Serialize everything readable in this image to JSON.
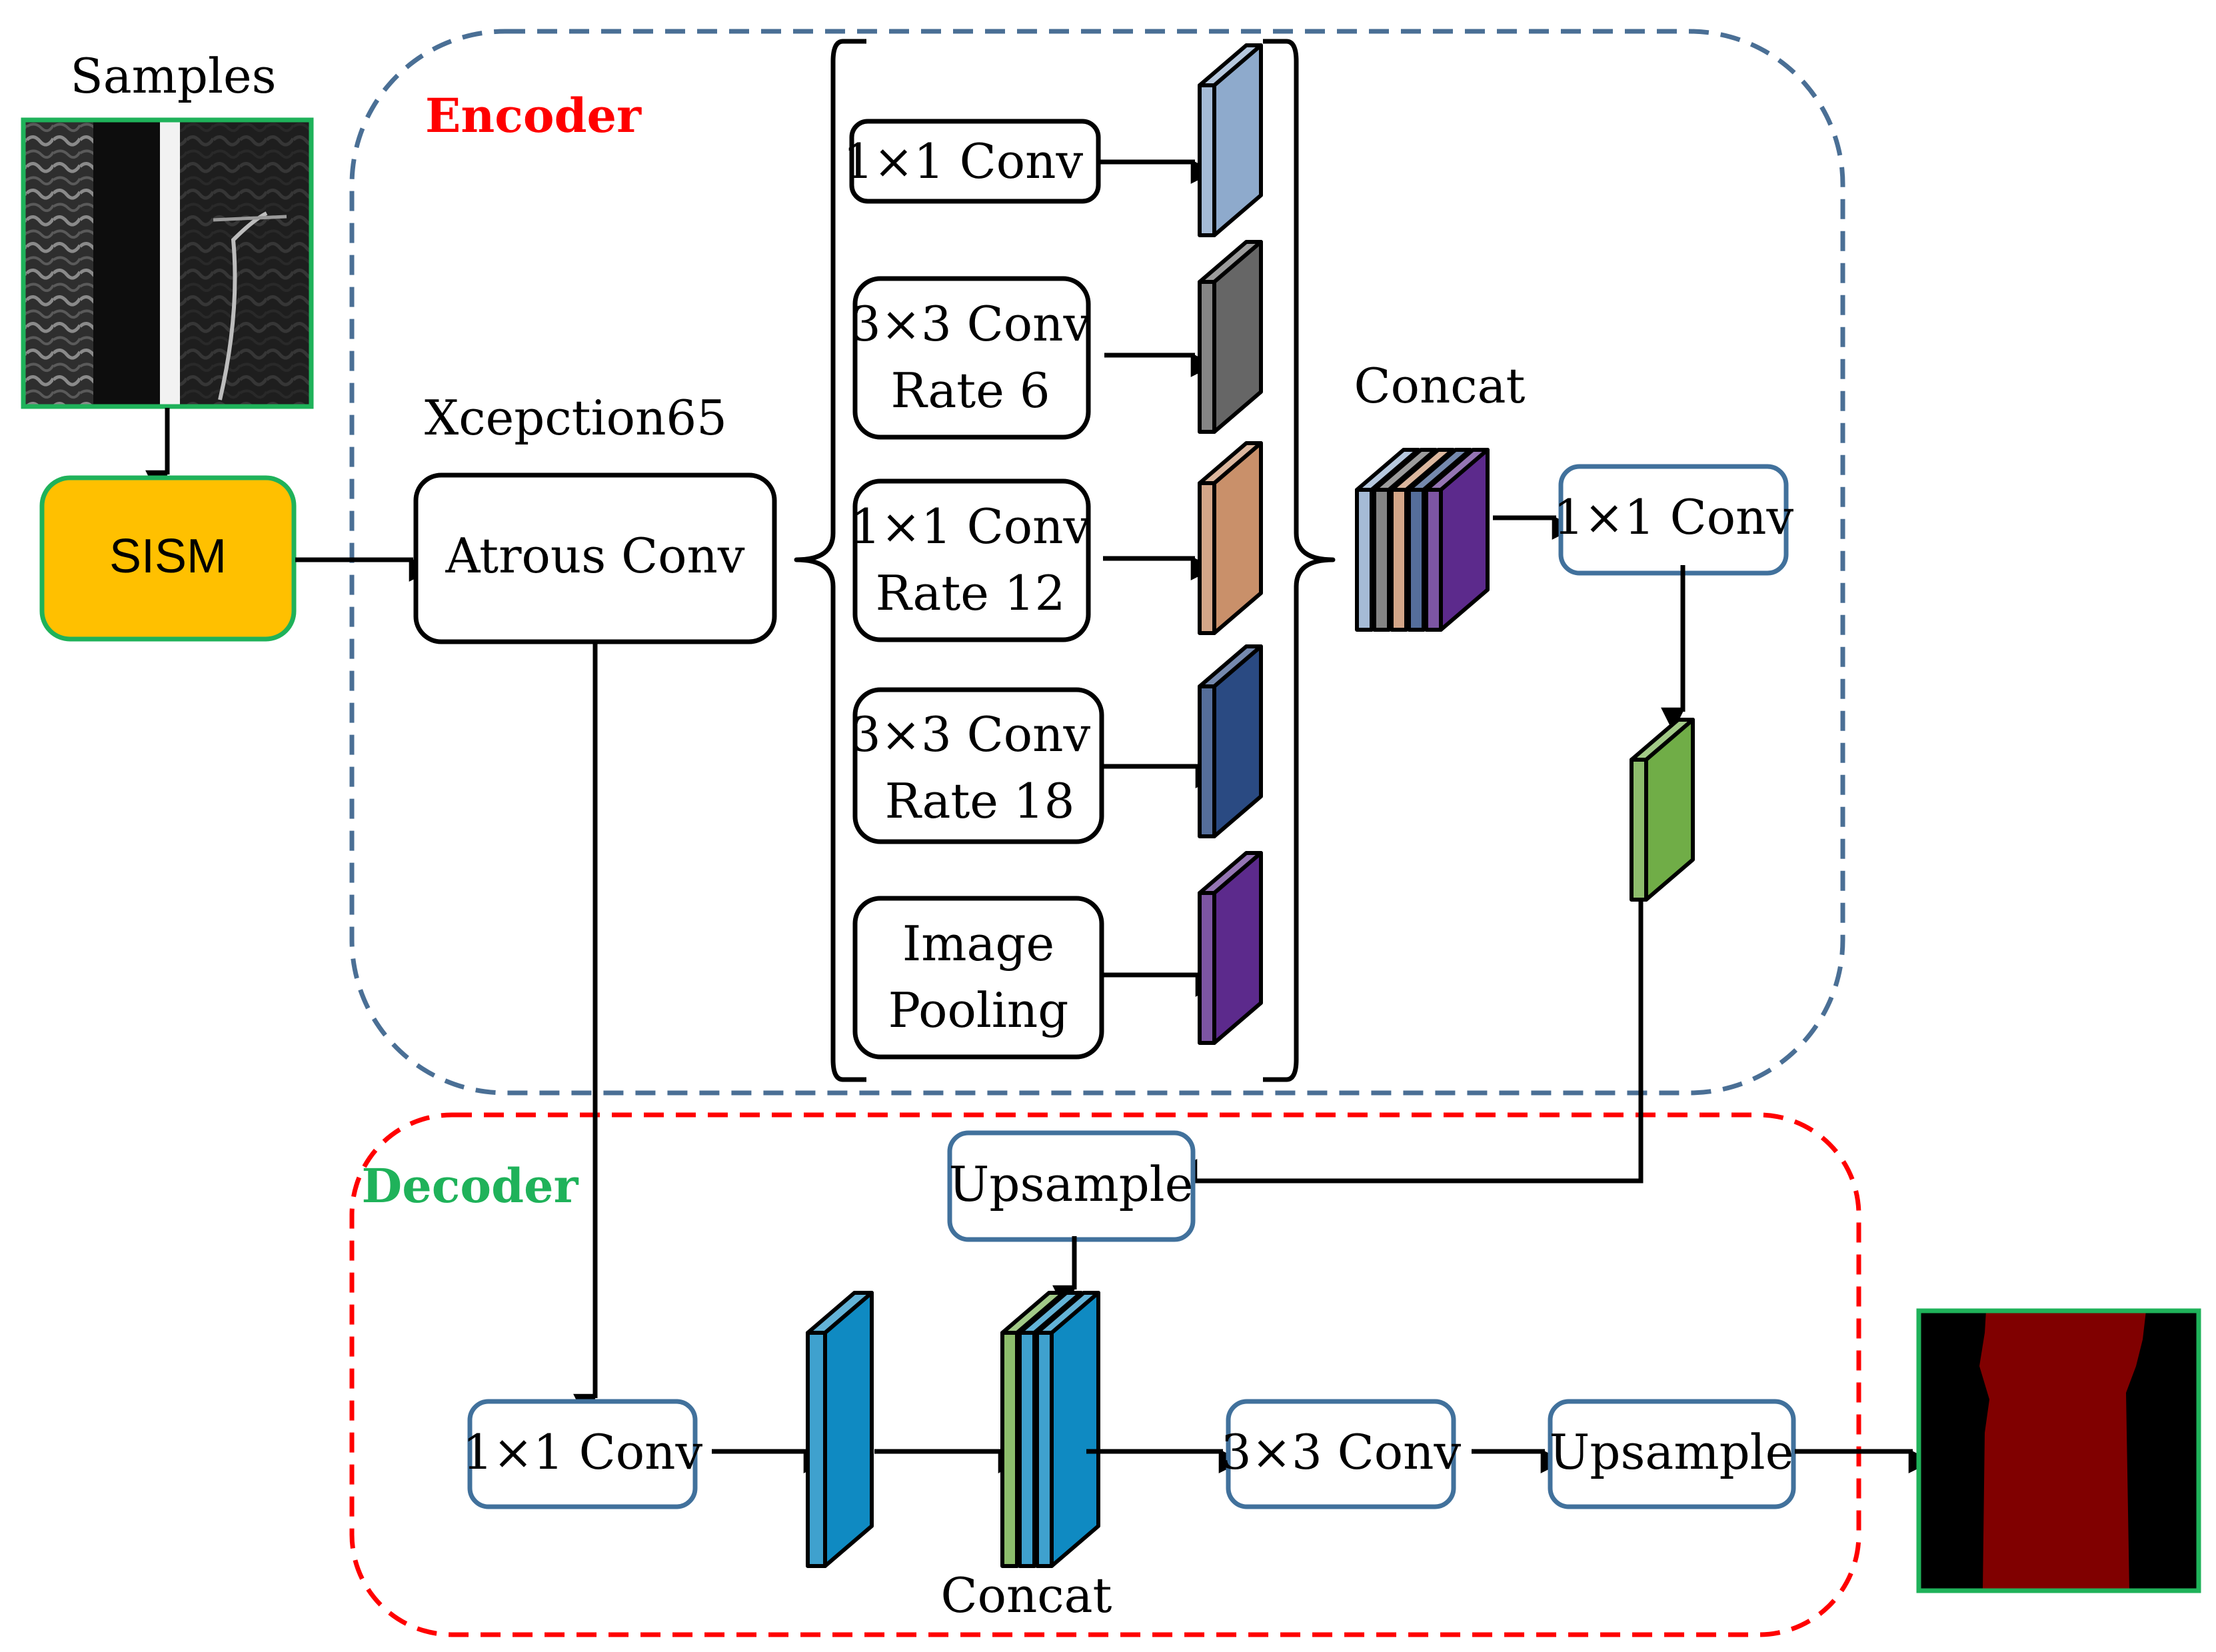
{
  "input": {
    "caption": "Samples"
  },
  "sism": {
    "label": "SISM",
    "color": "#ffc000",
    "border": "#1fb25a"
  },
  "encoder": {
    "title": "Encoder",
    "title_color": "#ff0000",
    "border_color": "#4a6f95",
    "backbone_label": "Xcepction65",
    "atrous_label": "Atrous Conv",
    "branches": [
      {
        "line1": "1×1 Conv",
        "line2": "",
        "color": "#8eaacc"
      },
      {
        "line1": "3×3 Conv",
        "line2": "Rate 6",
        "color": "#666666"
      },
      {
        "line1": "1×1 Conv",
        "line2": "Rate 12",
        "color": "#c9906a"
      },
      {
        "line1": "3×3 Conv",
        "line2": "Rate 18",
        "color": "#2a4a82"
      },
      {
        "line1": "Image",
        "line2": "Pooling",
        "color": "#5c2a8c"
      }
    ],
    "concat_label": "Concat",
    "conv_label": "1×1 Conv",
    "output_color": "#70ad47"
  },
  "decoder": {
    "title": "Decoder",
    "title_color": "#1fb25a",
    "border_color": "#ff0000",
    "upsample_top_label": "Upsample",
    "conv1_label": "1×1 Conv",
    "feature_color": "#0f8ac2",
    "concat_label": "Concat",
    "conv3_label": "3×3 Conv",
    "upsample_label": "Upsample"
  },
  "output": {
    "border": "#1fb25a",
    "mask_color": "#800000",
    "background": "#000000"
  }
}
